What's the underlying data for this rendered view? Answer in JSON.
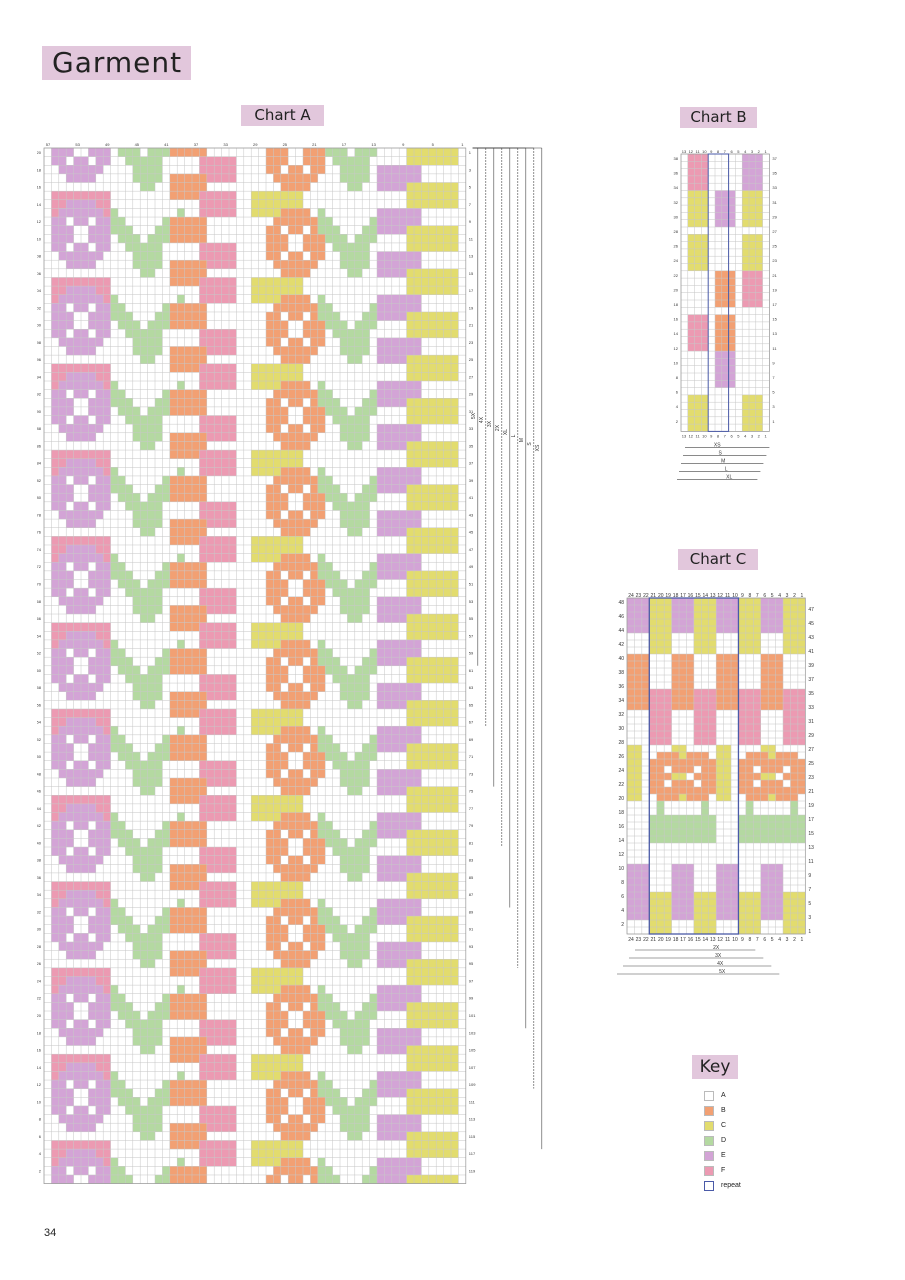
{
  "title": "Garment",
  "page_number": "34",
  "colors": {
    "A": "#ffffff",
    "B": "#f2a073",
    "C": "#e2dc6e",
    "D": "#b4d9a1",
    "E": "#d3a4d6",
    "F": "#ec9ab2",
    "repeat": "#4a5aa8",
    "header_bg": "#e2c7dc"
  },
  "chartA": {
    "title": "Chart A",
    "cols": 57,
    "rows": 120,
    "sizes": [
      "5X",
      "4X",
      "3X",
      "2X",
      "XL",
      "L",
      "M",
      "S",
      "XS"
    ]
  },
  "chartB": {
    "title": "Chart B",
    "cols": 13,
    "rows": 38,
    "sizes": [
      "XS",
      "S",
      "M",
      "L",
      "XL"
    ]
  },
  "chartC": {
    "title": "Chart C",
    "cols": 24,
    "rows": 48,
    "sizes": [
      "2X",
      "3X",
      "4X",
      "5X"
    ]
  },
  "key": {
    "title": "Key",
    "items": [
      {
        "label": "A",
        "color": "#ffffff"
      },
      {
        "label": "B",
        "color": "#f2a073"
      },
      {
        "label": "C",
        "color": "#e2dc6e"
      },
      {
        "label": "D",
        "color": "#b4d9a1"
      },
      {
        "label": "E",
        "color": "#d3a4d6"
      },
      {
        "label": "F",
        "color": "#ec9ab2"
      },
      {
        "label": "repeat",
        "color": "repeat"
      }
    ]
  }
}
